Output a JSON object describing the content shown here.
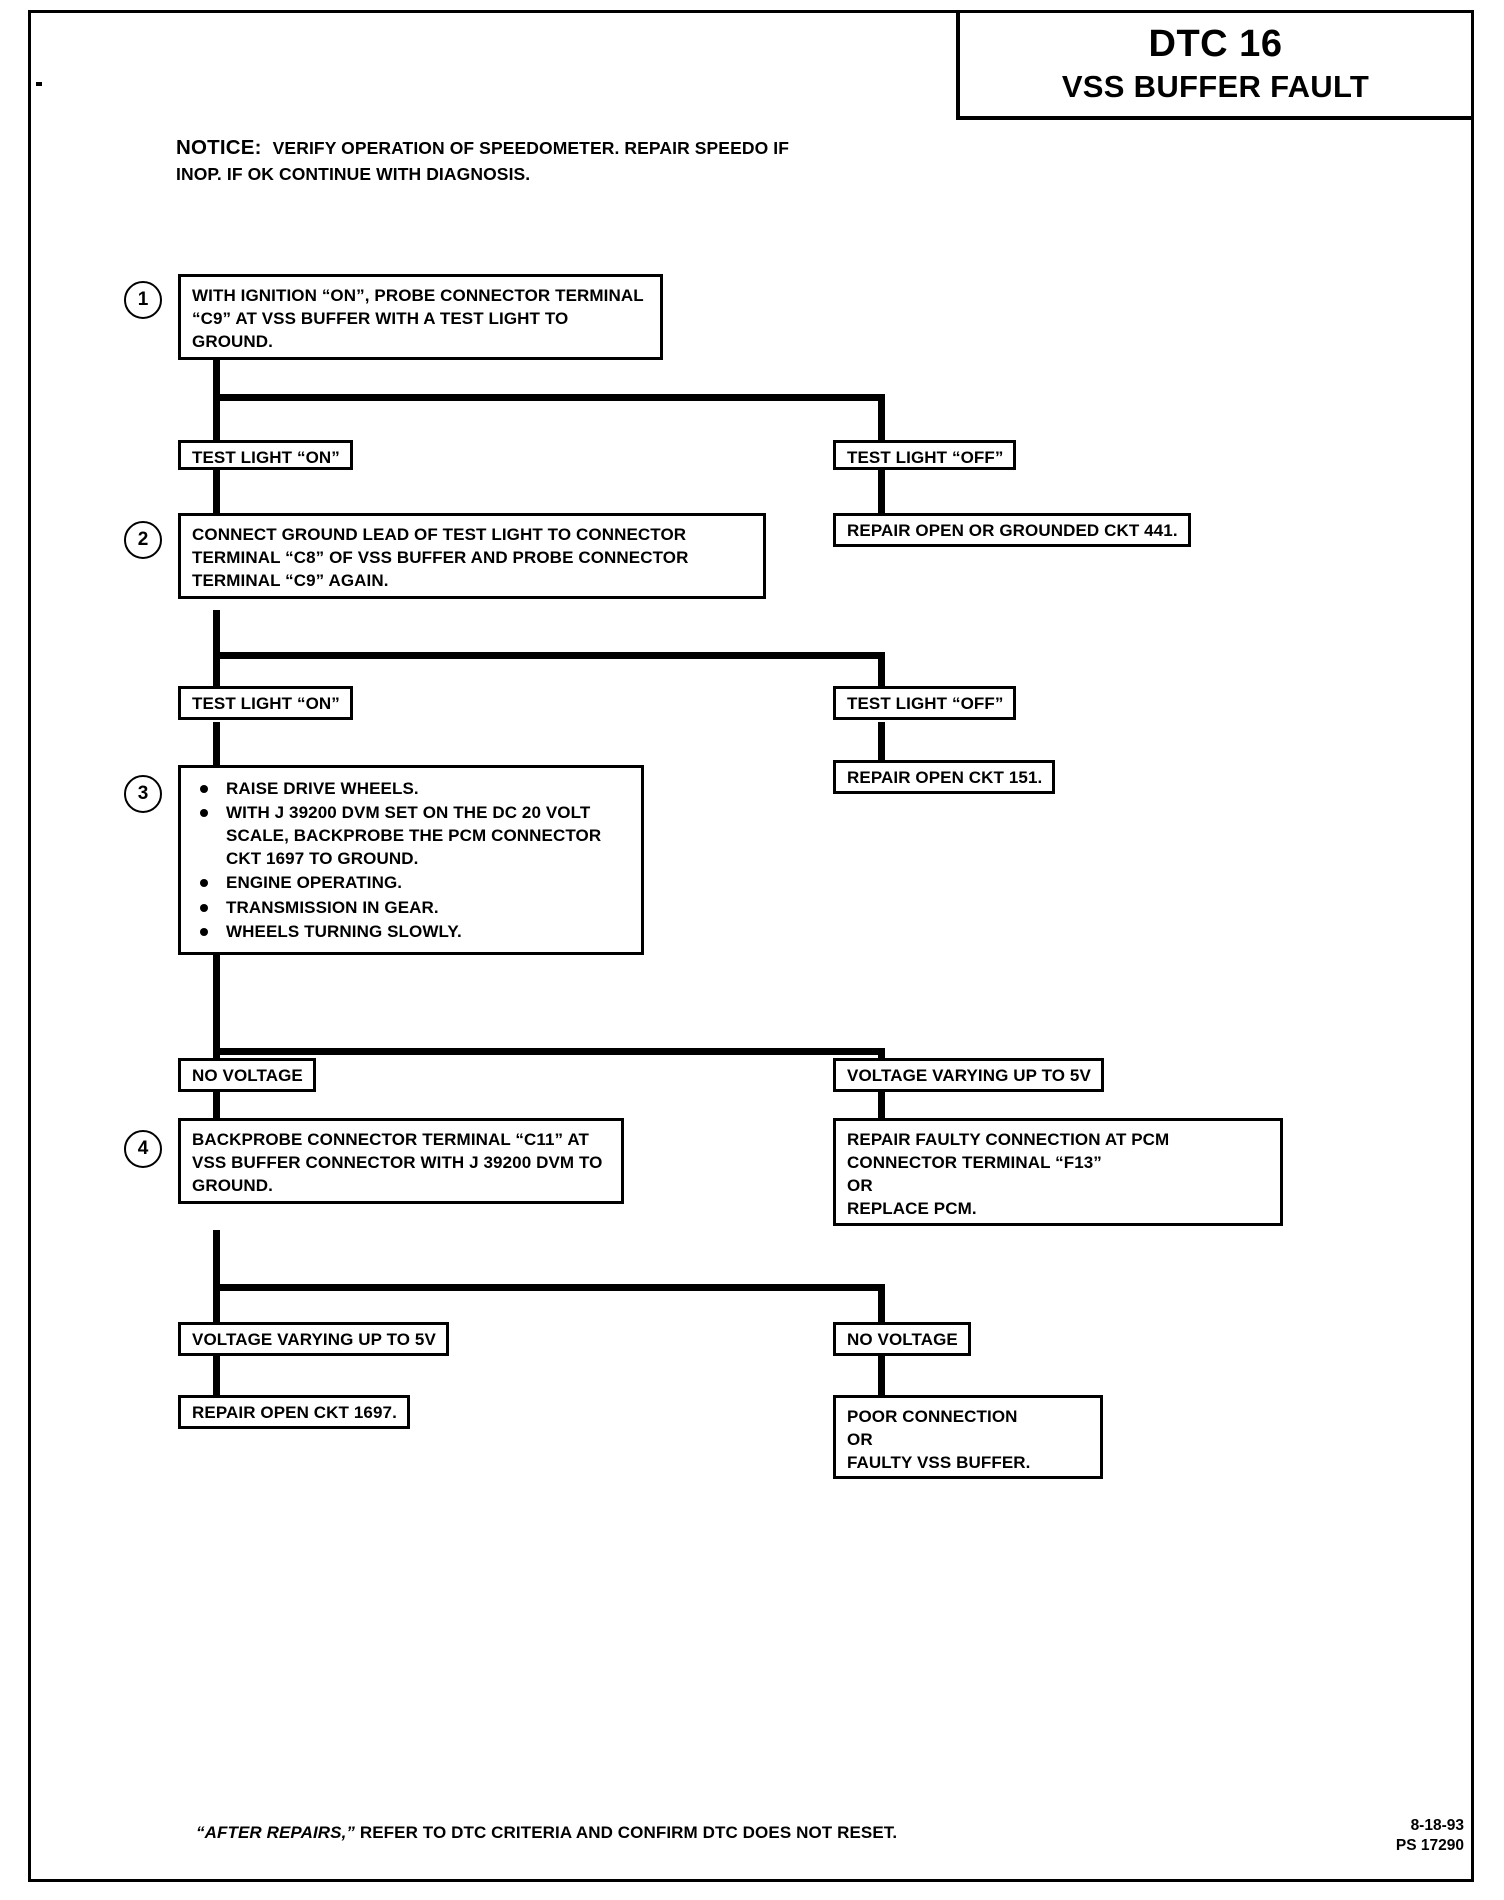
{
  "header": {
    "dtc_code": "DTC 16",
    "dtc_name": "VSS BUFFER FAULT"
  },
  "notice": {
    "label": "NOTICE:",
    "text": "VERIFY OPERATION OF SPEEDOMETER. REPAIR SPEEDO IF INOP. IF OK CONTINUE WITH DIAGNOSIS."
  },
  "steps": [
    {
      "number": "1",
      "text": "WITH IGNITION “ON”, PROBE CONNECTOR TERMINAL “C9” AT VSS BUFFER WITH A TEST LIGHT TO GROUND."
    },
    {
      "number": "2",
      "text": "CONNECT GROUND LEAD OF TEST LIGHT TO CONNECTOR TERMINAL “C8” OF VSS BUFFER AND PROBE CONNECTOR TERMINAL “C9” AGAIN."
    },
    {
      "number": "3",
      "bullets": [
        "RAISE DRIVE WHEELS.",
        "WITH J 39200 DVM SET ON THE DC 20 VOLT SCALE, BACKPROBE THE PCM CONNECTOR CKT 1697 TO GROUND.",
        "ENGINE OPERATING.",
        "TRANSMISSION IN GEAR.",
        "WHEELS TURNING SLOWLY."
      ]
    },
    {
      "number": "4",
      "text": "BACKPROBE CONNECTOR TERMINAL “C11” AT VSS BUFFER CONNECTOR WITH J 39200 DVM TO GROUND."
    }
  ],
  "branches": {
    "b1_left_label": "TEST LIGHT “ON”",
    "b1_right_label": "TEST LIGHT “OFF”",
    "b1_right_action": "REPAIR OPEN OR GROUNDED CKT 441.",
    "b2_left_label": "TEST LIGHT “ON”",
    "b2_right_label": "TEST LIGHT “OFF”",
    "b2_right_action": "REPAIR OPEN CKT 151.",
    "b3_left_label": "NO VOLTAGE",
    "b3_right_label": "VOLTAGE VARYING UP TO 5V",
    "b3_right_action": "REPAIR FAULTY CONNECTION AT PCM CONNECTOR TERMINAL “F13” OR REPLACE PCM.",
    "b3_right_action_lines": [
      "REPAIR FAULTY CONNECTION AT PCM",
      "CONNECTOR TERMINAL “F13”",
      "OR",
      "REPLACE PCM."
    ],
    "b4_left_label": "VOLTAGE VARYING UP TO 5V",
    "b4_left_action": "REPAIR OPEN CKT 1697.",
    "b4_right_label": "NO VOLTAGE",
    "b4_right_action_lines": [
      "POOR CONNECTION",
      "OR",
      "FAULTY VSS BUFFER."
    ]
  },
  "footer": {
    "quoted": "“AFTER REPAIRS,”",
    "rest": " REFER TO DTC CRITERIA AND CONFIRM DTC DOES NOT RESET.",
    "date": "8-18-93",
    "doc_id": "PS 17290"
  }
}
